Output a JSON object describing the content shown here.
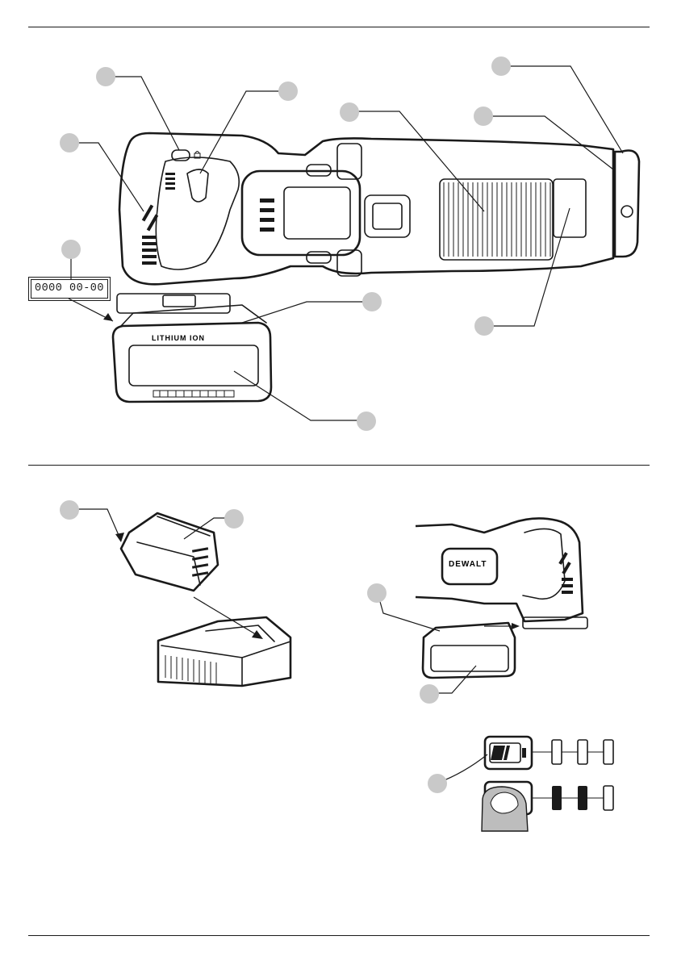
{
  "serial_label": {
    "date_code": "0000 00-00"
  },
  "markings": {
    "battery_stamp": "LITHIUM ION",
    "brand_badge": "DEWALT"
  },
  "colors": {
    "line": "#1a1a1a",
    "callout_fill": "#c9c9c9",
    "background": "#ffffff"
  },
  "icons": [
    "lock-icon",
    "battery-fuel-gauge-icon",
    "charger-icon"
  ]
}
